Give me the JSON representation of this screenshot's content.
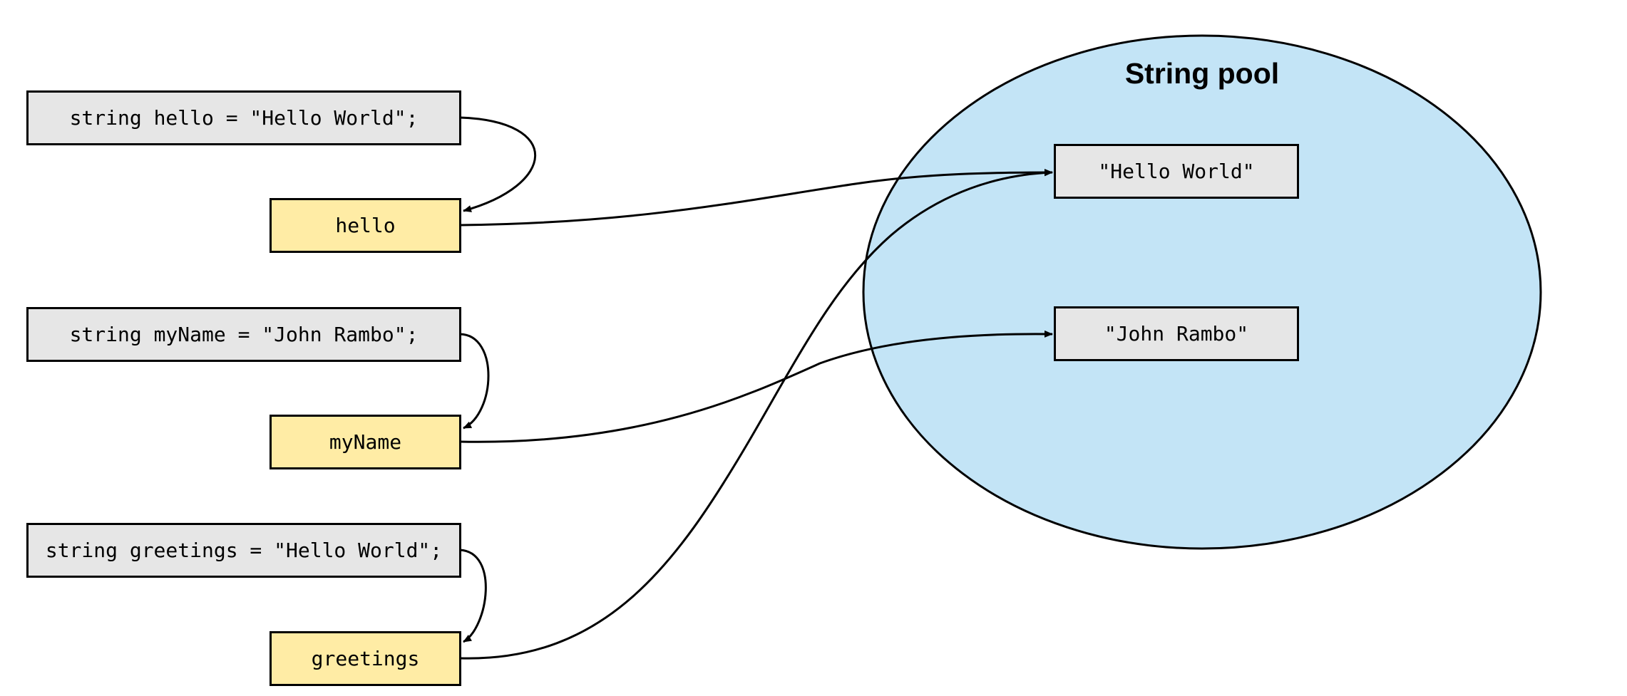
{
  "pool": {
    "title": "String pool",
    "fill": "#c3e4f6"
  },
  "code": [
    {
      "text": "string hello = \"Hello World\";"
    },
    {
      "text": "string myName = \"John Rambo\";"
    },
    {
      "text": "string greetings = \"Hello World\";"
    }
  ],
  "variables": [
    {
      "name": "hello"
    },
    {
      "name": "myName"
    },
    {
      "name": "greetings"
    }
  ],
  "pool_strings": [
    {
      "text": "\"Hello World\""
    },
    {
      "text": "\"John Rambo\""
    }
  ],
  "colors": {
    "code_fill": "#e6e6e6",
    "variable_fill": "#ffeca5",
    "pool_string_fill": "#e6e6e6",
    "stroke": "#000000"
  },
  "references": [
    {
      "from": "hello",
      "to": "\"Hello World\""
    },
    {
      "from": "myName",
      "to": "\"John Rambo\""
    },
    {
      "from": "greetings",
      "to": "\"Hello World\""
    }
  ]
}
